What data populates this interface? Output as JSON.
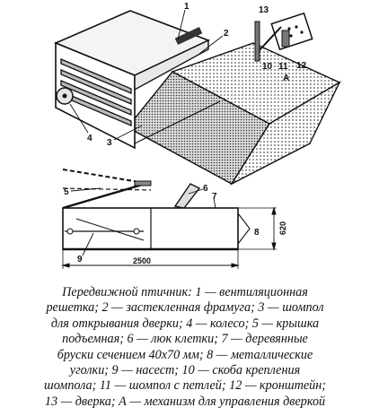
{
  "callouts": {
    "c1": "1",
    "c2": "2",
    "c3": "3",
    "c4": "4",
    "c5": "5",
    "c6": "6",
    "c7": "7",
    "c8": "8",
    "c9": "9",
    "c10": "10",
    "c11": "11",
    "c12": "12",
    "c13": "13",
    "cA": "A"
  },
  "dimensions": {
    "length": "2500",
    "height": "620"
  },
  "caption_lines": [
    "Передвижной птичник: 1 — вентиляционная",
    "решетка; 2 — застекленная фрамуга; 3 — шомпол",
    "для открывания дверки; 4 — колесо; 5 — крышка",
    "подъемная; 6 — люк клетки; 7 — деревянные",
    "бруски сечением 40х70 мм; 8 — металлические",
    "уголки; 9 — насест; 10 — скоба крепления",
    "шомпола; 11 — шомпол с петлей; 12 — кронштейн;",
    "13 — дверка; А — механизм для управления дверкой"
  ]
}
